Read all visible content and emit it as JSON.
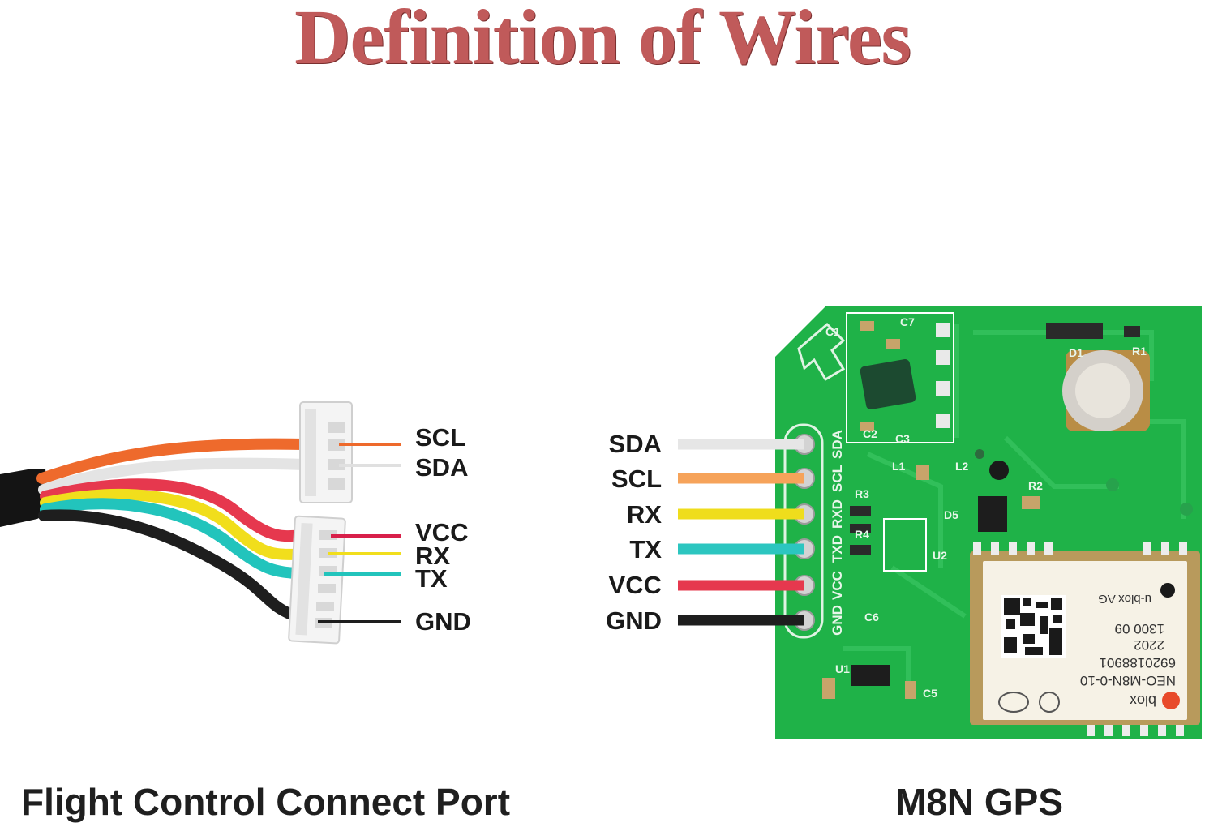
{
  "title": "Definition of Wires",
  "captions": {
    "left": "Flight Control Connect Port",
    "right": "M8N GPS"
  },
  "left_connector": {
    "top_group": [
      "SCL",
      "SDA"
    ],
    "bottom_group": [
      "VCC",
      "RX",
      "TX",
      "GND"
    ]
  },
  "gps_pins": [
    "SDA",
    "SCL",
    "RX",
    "TX",
    "VCC",
    "GND"
  ],
  "pcb_pin_labels": [
    "SDA",
    "SCL",
    "RXD",
    "TXD",
    "VCC",
    "GND"
  ],
  "wire_colors": {
    "SCL": "#ee6a2c",
    "SDA": "#e8e8e8",
    "VCC": "#e6384e",
    "RX": "#f1de1c",
    "TX": "#22c4bc",
    "GND": "#1e1e1e",
    "SCL_gps": "#f6a35a"
  },
  "pcb": {
    "color": "#1fb248",
    "silkscreen": [
      "C7",
      "C1",
      "C2",
      "C3",
      "C5",
      "C6",
      "R1",
      "R2",
      "R3",
      "R4",
      "D1",
      "D5",
      "U1",
      "U2",
      "L1",
      "L2"
    ]
  },
  "module": {
    "brand": "u-blox AG",
    "lines": [
      "1300 09",
      "2202",
      "6920188901",
      "NEO-M8N-0-10"
    ],
    "logo": "blox"
  }
}
